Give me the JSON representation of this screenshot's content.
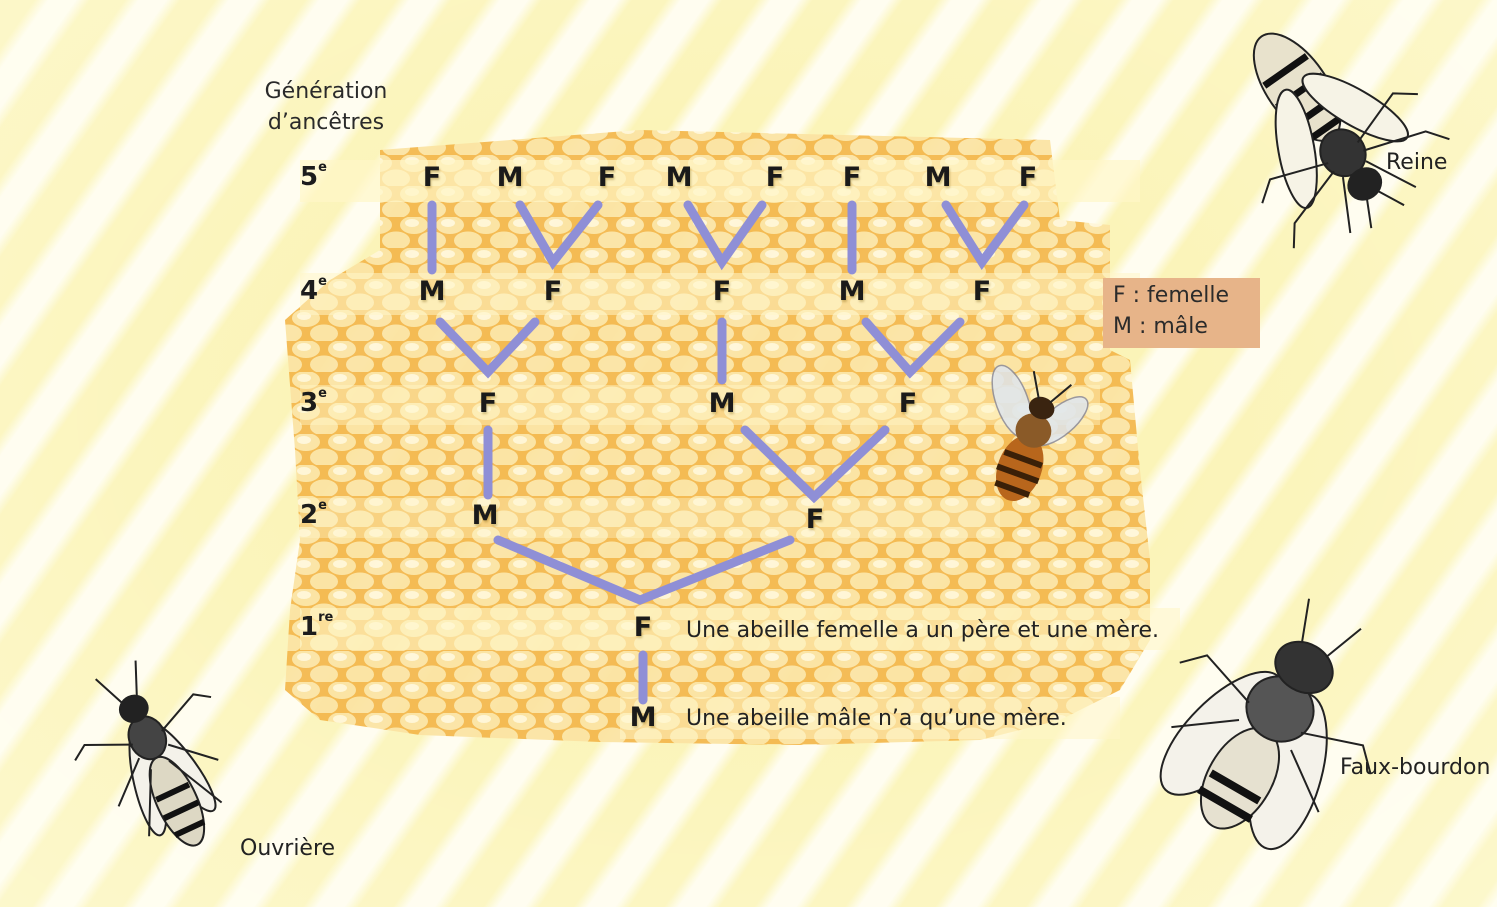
{
  "header": {
    "line1": "Génération",
    "line2": "d’ancêtres"
  },
  "generations": [
    {
      "num": "5",
      "suffix": "e"
    },
    {
      "num": "4",
      "suffix": "e"
    },
    {
      "num": "3",
      "suffix": "e"
    },
    {
      "num": "2",
      "suffix": "e"
    },
    {
      "num": "1",
      "suffix": "re"
    }
  ],
  "nodes": {
    "g5": [
      "F",
      "M",
      "F",
      "M",
      "F",
      "F",
      "M",
      "F"
    ],
    "g4": [
      "M",
      "F",
      "F",
      "M",
      "F"
    ],
    "g3": [
      "F",
      "M",
      "F"
    ],
    "g2": [
      "M",
      "F"
    ],
    "g1": [
      "F"
    ],
    "g0": [
      "M"
    ]
  },
  "legend": {
    "female": "F : femelle",
    "male": "M : mâle"
  },
  "captions": {
    "female": "Une abeille femelle a un père et une mère.",
    "male": "Une abeille mâle n’a qu’une mère."
  },
  "bees": {
    "queen": "Reine",
    "drone": "Faux-bourdon",
    "worker": "Ouvrière"
  },
  "colors": {
    "honeycomb": "#f5c15a",
    "links": "#8f8fd6",
    "legend_bg": "#e7b489"
  }
}
